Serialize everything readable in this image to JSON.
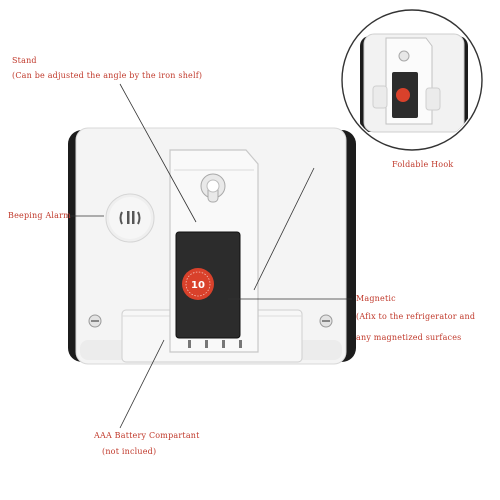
{
  "annotations": {
    "stand_title": "Stand",
    "stand_note": "(Can be adjusted the angle by the iron shelf)",
    "beeping_alarm": "Beeping Alarm",
    "foldable_hook": "Foldable Hook",
    "magnetic_title": "Magnetic",
    "magnetic_note_1": "(Afix to the refrigerator and",
    "magnetic_note_2": "any magnetized surfaces",
    "battery_title": "AAA Battery Compartant",
    "battery_note": "(not inclued)"
  },
  "magnet_badge": "10",
  "colors": {
    "device_body": "#f4f4f4",
    "device_frame": "#1c1c1c",
    "magnet": "#2c2c2c",
    "badge": "#d9412b",
    "label_accent": "#c0392b"
  }
}
